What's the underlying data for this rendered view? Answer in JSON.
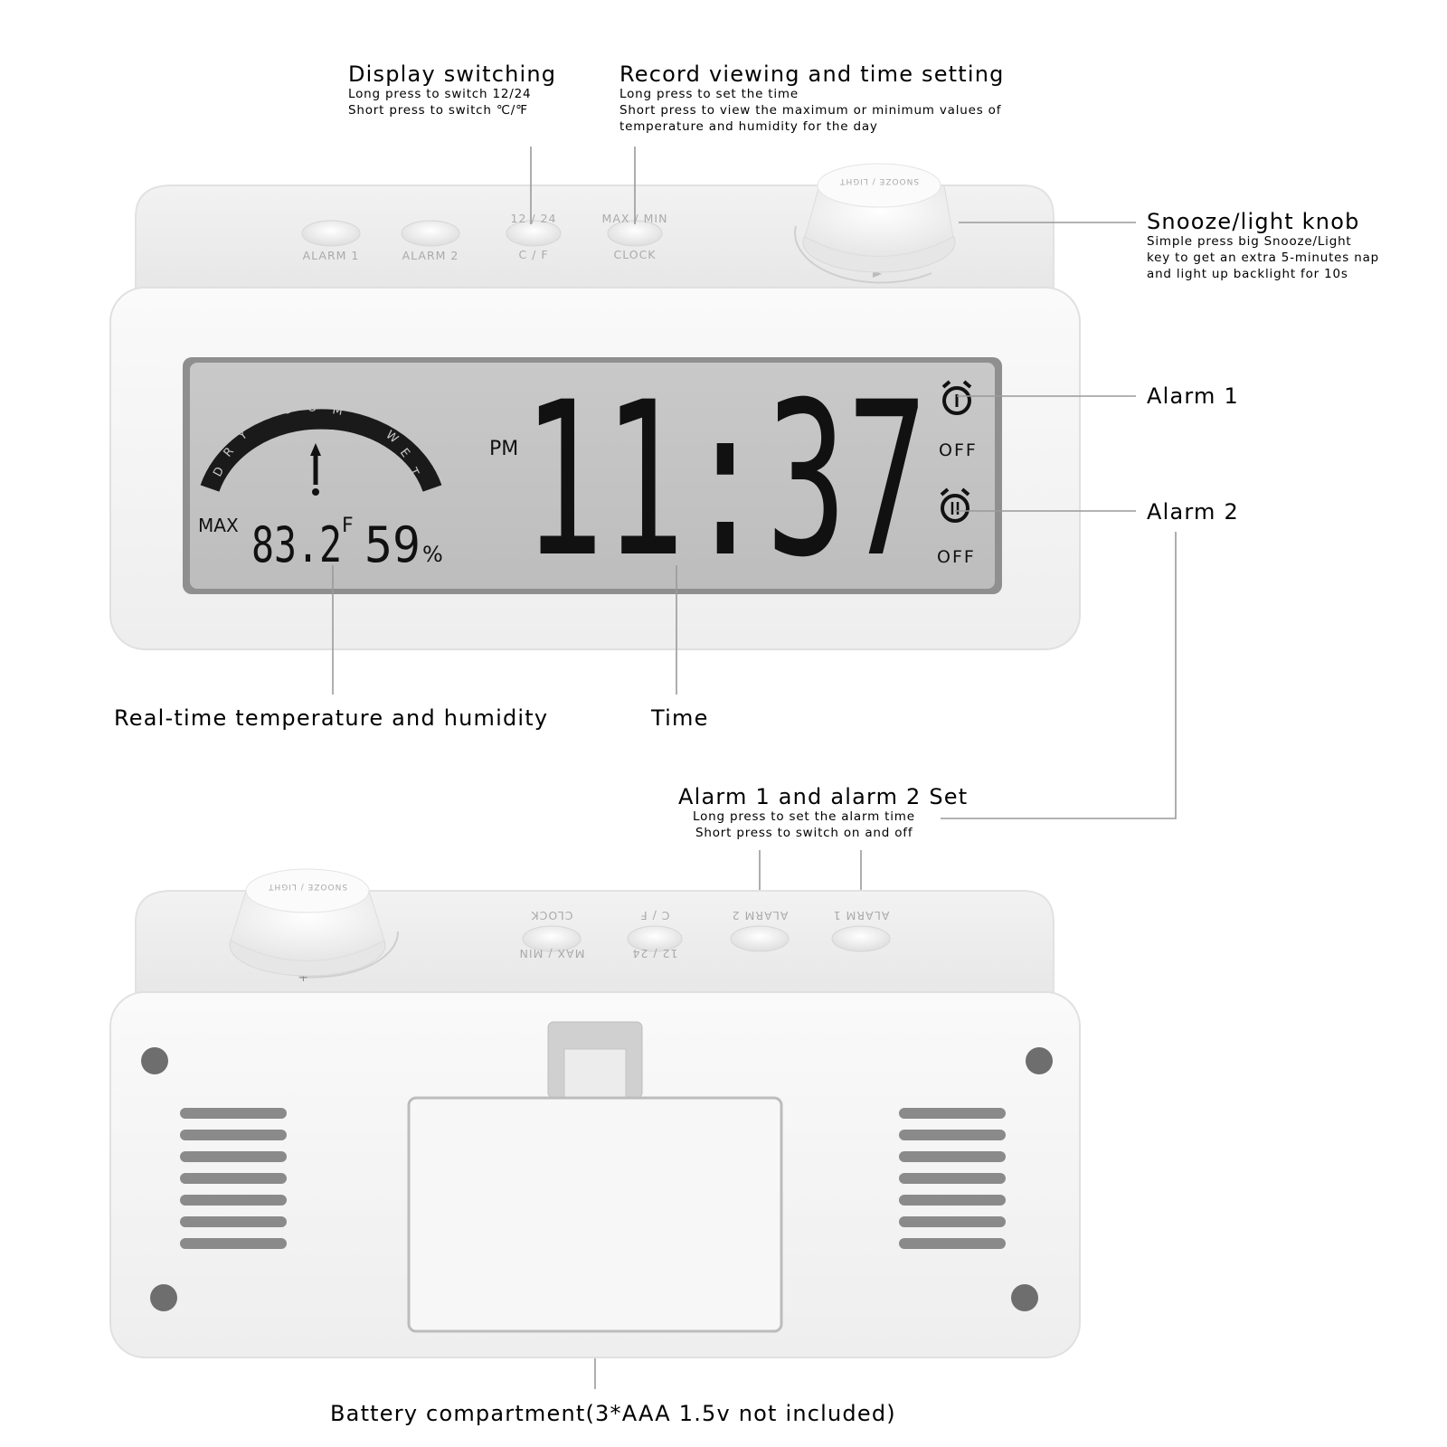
{
  "annotations": {
    "display_switching": {
      "title": "Display switching",
      "line1": "Long press to switch 12/24",
      "line2": "Short press to switch ℃/℉"
    },
    "record_viewing": {
      "title": "Record viewing and time setting",
      "line1": "Long press to set the time",
      "line2": "Short press to view the maximum or minimum values of",
      "line3": "temperature and humidity for the day"
    },
    "snooze": {
      "title": "Snooze/light knob",
      "line1": "Simple press big Snooze/Light",
      "line2": "key to get an extra 5-minutes nap",
      "line3": "and light up backlight for 10s"
    },
    "alarm1": "Alarm 1",
    "alarm2": "Alarm 2",
    "realtime": "Real-time temperature and humidity",
    "time": "Time",
    "alarm_set": {
      "title": "Alarm 1 and alarm 2 Set",
      "line1": "Long press to set the alarm time",
      "line2": "Short press to switch on and off"
    },
    "battery": "Battery compartment(3*AAA 1.5v not included)"
  },
  "front_buttons": {
    "alarm1": "ALARM 1",
    "alarm2": "ALARM 2",
    "twelve24": "12 / 24",
    "cf": "C / F",
    "maxmin": "MAX / MIN",
    "clock": "CLOCK"
  },
  "knob_label": "SNOOZE / LIGHT",
  "back_buttons": {
    "clock": "CLOCK",
    "maxmin": "MAX / MIN",
    "cf": "C / F",
    "twelve24": "12 / 24",
    "alarm2": "ALARM 2",
    "alarm1": "ALARM 1"
  },
  "lcd": {
    "comfort_labels": [
      "D",
      "R",
      "Y",
      "C",
      "O",
      "M",
      "W",
      "E",
      "T"
    ],
    "max_label": "MAX",
    "temperature": "83.2",
    "temp_unit": "F",
    "humidity": "59",
    "humidity_unit": "%",
    "ampm": "PM",
    "time": "11:37",
    "alarm1_status": "OFF",
    "alarm2_status": "OFF"
  },
  "colors": {
    "lcd_bg": "#c4c4c4",
    "lcd_segment": "#111111",
    "body": "#f4f4f4",
    "leader": "#9a9a9a"
  }
}
